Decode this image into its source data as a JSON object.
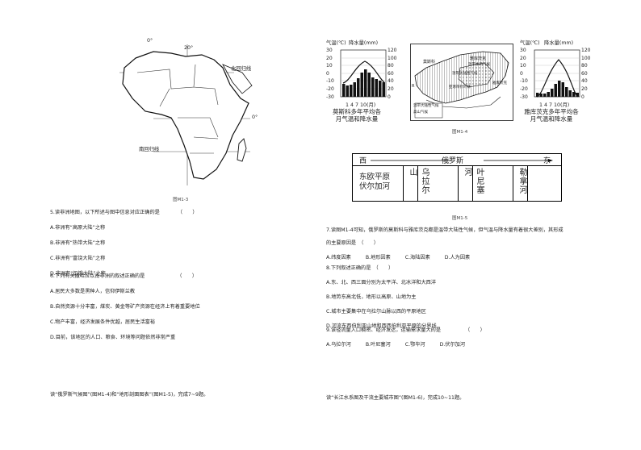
{
  "left": {
    "map": {
      "lon_labels": [
        "20°",
        "0°"
      ],
      "line_labels": [
        "北回归线",
        "0°",
        "南回归线"
      ],
      "caption": "图M1-3"
    },
    "questions": [
      {
        "stem": "5.读非洲地图，以下所述与图中信息对应正确的是",
        "bracket": "（　　）",
        "options": [
          "A.非洲有“高原大陆”之称",
          "B.非洲有“热带大陆”之称",
          "C.非洲有“富饶大陆”之称",
          "D.非洲有“饥饿大陆”之称"
        ]
      },
      {
        "stem": "6.下列有关撒哈拉以南非洲的叙述正确的是",
        "bracket": "（　　）",
        "options": [
          "A.居民大多数是黑种人，信仰伊斯兰教",
          "B.自然资源十分丰富，煤炭、黄金等矿产资源在经济上有着重要地位",
          "C.物产丰富，经济发展条件优越，居民生活富裕",
          "D.目前，该地区的人口、粮食、环境等问题依然非常严重"
        ]
      }
    ],
    "bottom_note": "读“俄罗斯气候图”(图M1-4)和“地形剖面图表”(图M1-5)，完成7~9题。"
  },
  "right": {
    "climate_left": {
      "label_temp": "气温(℃)",
      "label_prec": "降水量(mm)",
      "temp_ticks": [
        "30",
        "20",
        "10",
        "0",
        "-10",
        "-20",
        "-30"
      ],
      "prec_ticks": [
        "120",
        "100",
        "80",
        "60",
        "40",
        "20",
        "0"
      ],
      "months": "1 4 7 10(月)",
      "title": "莫斯科多年平均各月气温和降水量"
    },
    "climate_right": {
      "label_temp": "气温(℃)",
      "label_prec": "降水量(mm)",
      "temp_ticks": [
        "30",
        "20",
        "10",
        "0",
        "-10",
        "-20",
        "-30"
      ],
      "prec_ticks": [
        "120",
        "100",
        "80",
        "60",
        "40",
        "20",
        "0"
      ],
      "months": "1 4 7 10(月)",
      "title": "雅库茨克多年平均各月气温和降水量"
    },
    "map_labels": [
      "莫斯科",
      "雅库茨克",
      "温带季风气候",
      "温带大陆性气候",
      "亚寒带针叶林",
      "雅库茨克",
      "温带大陆性气候",
      "高山气候",
      "R"
    ],
    "fig4_caption": "图M1-4",
    "profile": {
      "west": "西",
      "russia": "俄罗斯",
      "east": "东",
      "c1a": "东欧平原",
      "c1b": "伏尔加河",
      "c2": "乌拉尔山",
      "c3": "叶尼塞河",
      "c4": "勒拿河"
    },
    "fig5_caption": "图M1-5",
    "questions": [
      {
        "stem": "7.读图M1-4可知，俄罗斯的莫斯科与雅库茨克都是温带大陆性气候，但气温与降水量有着很大差别，其形成",
        "stem2": "的主要原因是　（　　）",
        "options_inline": [
          "A.纬度因素",
          "B.地形因素",
          "C.海陆因素",
          "D.人为因素"
        ]
      },
      {
        "stem": "8.下列叙述正确的是　（　　）",
        "options": [
          "A.东、北、西三面分别为太平洋、北冰洋和大西洋",
          "B.地势东高北低，地形以高原、山地为主",
          "C.城市主要集中在乌拉尔山脉以西的平原地区",
          "D.河流东西伯利亚山地和西西伯利亚平原的分界线"
        ]
      },
      {
        "stem": "9.该径流量入口稠密、经济发达，运输需求量大的是",
        "bracket": "（　　）",
        "options_inline": [
          "A.乌拉尔河",
          "B.叶尼塞河",
          "C.鄂毕河",
          "D.伏尔加河"
        ]
      }
    ],
    "bottom_note": "读“长江水系图及干流主要城市图”(图M1-6)，完成10~11题。"
  }
}
